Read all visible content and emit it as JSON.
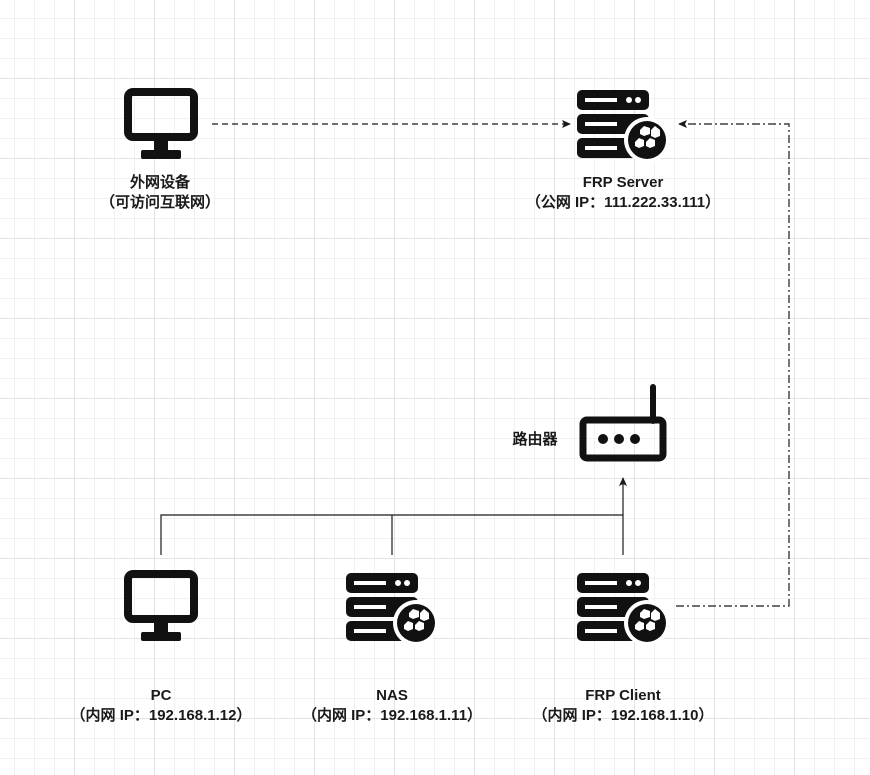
{
  "nodes": {
    "external_device": {
      "name": "外网设备",
      "detail": "（可访问互联网）",
      "icon": "monitor-icon"
    },
    "frp_server": {
      "name": "FRP Server",
      "detail": "（公网 IP：111.222.33.111）",
      "icon": "server-icon"
    },
    "router": {
      "name": "路由器",
      "icon": "router-icon"
    },
    "pc": {
      "name": "PC",
      "detail": "（内网 IP：192.168.1.12）",
      "icon": "monitor-icon"
    },
    "nas": {
      "name": "NAS",
      "detail": "（内网 IP：192.168.1.11）",
      "icon": "server-icon"
    },
    "frp_client": {
      "name": "FRP Client",
      "detail": "（内网 IP：192.168.1.10）",
      "icon": "server-icon"
    }
  },
  "edges": [
    {
      "from": "external_device",
      "to": "frp_server",
      "style": "dashed",
      "arrow": true
    },
    {
      "from": "frp_client",
      "to": "frp_server",
      "style": "dash-dot",
      "arrow": true
    },
    {
      "from": "pc",
      "to": "router",
      "style": "solid",
      "arrow": true
    },
    {
      "from": "nas",
      "to": "router",
      "style": "solid",
      "arrow": true
    },
    {
      "from": "frp_client",
      "to": "router",
      "style": "solid",
      "arrow": true
    }
  ],
  "colors": {
    "stroke": "#1a1a1a",
    "grid": "#e3e3e3",
    "background": "#ffffff"
  }
}
